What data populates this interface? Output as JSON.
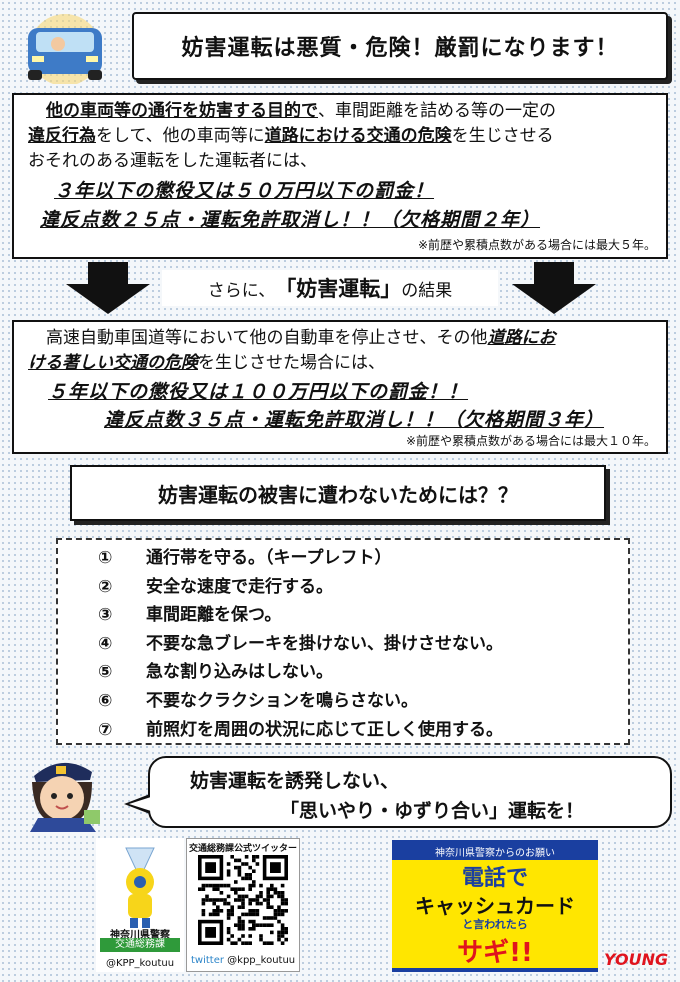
{
  "header": {
    "title": "妨害運転は悪質・危険！厳罰になります！"
  },
  "box1": {
    "p_underlined_1": "他の車両等の通行を妨害する目的で",
    "p_text_1": "、車間距離を詰める等の一定の",
    "p_underlined_2": "違反行為",
    "p_text_2": "をして、他の車両等に",
    "p_underlined_3": "道路における交通の危険",
    "p_text_3": "を生じさせる",
    "p_text_4": "おそれのある運転をした運転者には、",
    "penalty_1": "３年以下の懲役又は５０万円以下の罰金！",
    "penalty_2": "違反点数２５点・運転免許取消し！！（欠格期間２年）",
    "note": "※前歴や累積点数がある場合には最大５年。"
  },
  "middle": {
    "prefix": "さらに、",
    "highlight": "「妨害運転」",
    "suffix": "の結果"
  },
  "box2": {
    "p_text_1": "高速自動車国道等において他の自動車を停止させ、その他",
    "p_underlined_1": "道路にお",
    "p_underlined_2": "ける著しい交通の危険",
    "p_text_2": "を生じさせた場合には、",
    "penalty_1": "５年以下の懲役又は１００万円以下の罰金！！",
    "penalty_2": "違反点数３５点・運転免許取消し！！（欠格期間３年）",
    "note": "※前歴や累積点数がある場合には最大１０年。"
  },
  "tips": {
    "title": "妨害運転の被害に遭わないためには？？",
    "items": [
      {
        "num": "①",
        "text": "通行帯を守る。（キープレフト）"
      },
      {
        "num": "②",
        "text": "安全な速度で走行する。"
      },
      {
        "num": "③",
        "text": "車間距離を保つ。"
      },
      {
        "num": "④",
        "text": "不要な急ブレーキを掛けない、掛けさせない。"
      },
      {
        "num": "⑤",
        "text": "急な割り込みはしない。"
      },
      {
        "num": "⑥",
        "text": "不要なクラクションを鳴らさない。"
      },
      {
        "num": "⑦",
        "text": "前照灯を周囲の状況に応じて正しく使用する。"
      }
    ]
  },
  "bubble": {
    "line1": "妨害運転を誘発しない、",
    "line2": "「思いやり・ゆずり合い」運転を！"
  },
  "footer": {
    "mascot_org": "神奈川県警察",
    "mascot_dept": "交通総務課",
    "mascot_handle": "@KPP_koutuu",
    "qr_caption": "交通総務課公式ツイッター",
    "qr_twitter": "twitter",
    "qr_handle": "@kpp_koutuu",
    "banner_top": "神奈川県警察からのお願い",
    "banner_line1": "電話で",
    "banner_line2": "キャッシュカード",
    "banner_line3": "と言われたら",
    "banner_line4": "サギ!!",
    "watermark": "YOUNG"
  },
  "colors": {
    "ink": "#111111",
    "banner_blue": "#1a3fa0",
    "banner_yellow": "#ffe600",
    "banner_red": "#e0141e",
    "green": "#2f9a3a"
  }
}
